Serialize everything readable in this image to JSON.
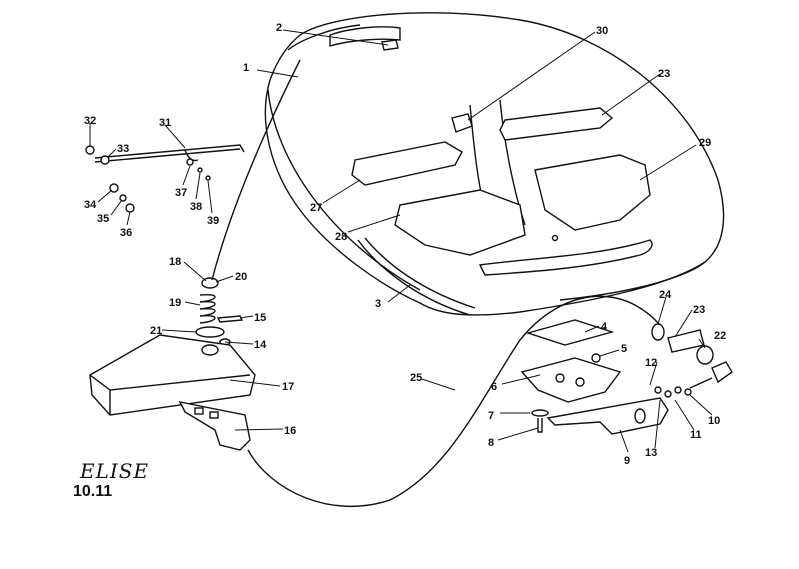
{
  "diagram": {
    "brand_logo": "ELISE",
    "page_ref": "10.11",
    "callouts": [
      "1",
      "2",
      "3",
      "4",
      "5",
      "6",
      "7",
      "8",
      "9",
      "10",
      "11",
      "12",
      "13",
      "14",
      "15",
      "16",
      "17",
      "18",
      "19",
      "20",
      "21",
      "22",
      "23",
      "23",
      "24",
      "25",
      "27",
      "28",
      "29",
      "30",
      "31",
      "32",
      "33",
      "34",
      "35",
      "36",
      "37",
      "38",
      "39"
    ]
  }
}
